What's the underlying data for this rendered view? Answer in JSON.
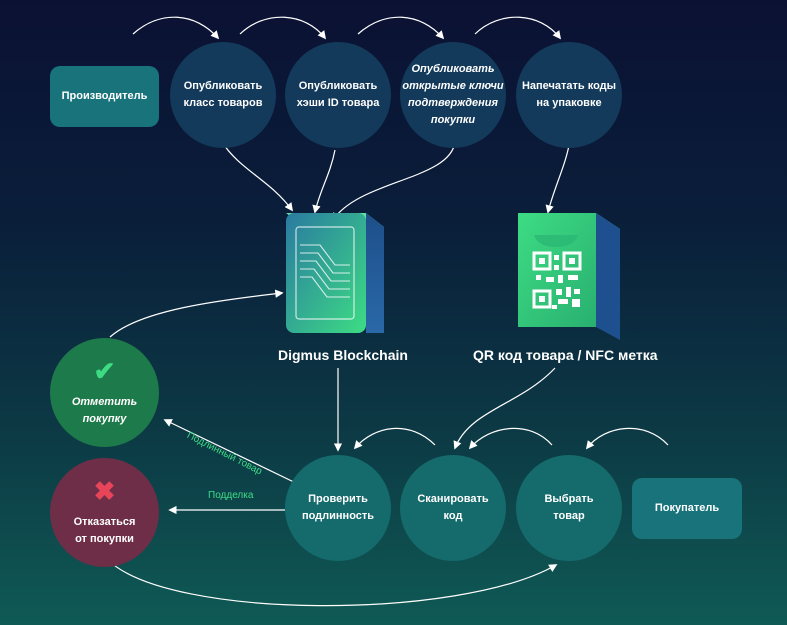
{
  "nodes": {
    "producer": "Производитель",
    "publish_class": "Опубликовать\nкласс товаров",
    "publish_hash": "Опубликовать\nхэши ID товара",
    "publish_keys": "Опубликовать\nоткрытые ключи\nподтверждения\nпокупки",
    "print_codes": "Напечатать коды\nна упаковке",
    "mark_purchase": "Отметить\nпокупку",
    "refuse_purchase": "Отказаться\nот покупки",
    "verify": "Проверить\nподлинность",
    "scan": "Сканировать\nкод",
    "choose": "Выбрать\nтовар",
    "buyer": "Покупатель"
  },
  "captions": {
    "blockchain": "Digmus Blockchain",
    "qr": "QR код товара / NFC метка"
  },
  "edge_labels": {
    "genuine": "Подлинный товар",
    "fake": "Подделка"
  },
  "icons": {
    "check": "check-icon",
    "cross": "cross-icon",
    "blockchain": "blockchain-cube-icon",
    "qr": "qr-box-icon"
  },
  "colors": {
    "accent_green": "#3ddc84",
    "refuse_red": "#e8455a"
  }
}
